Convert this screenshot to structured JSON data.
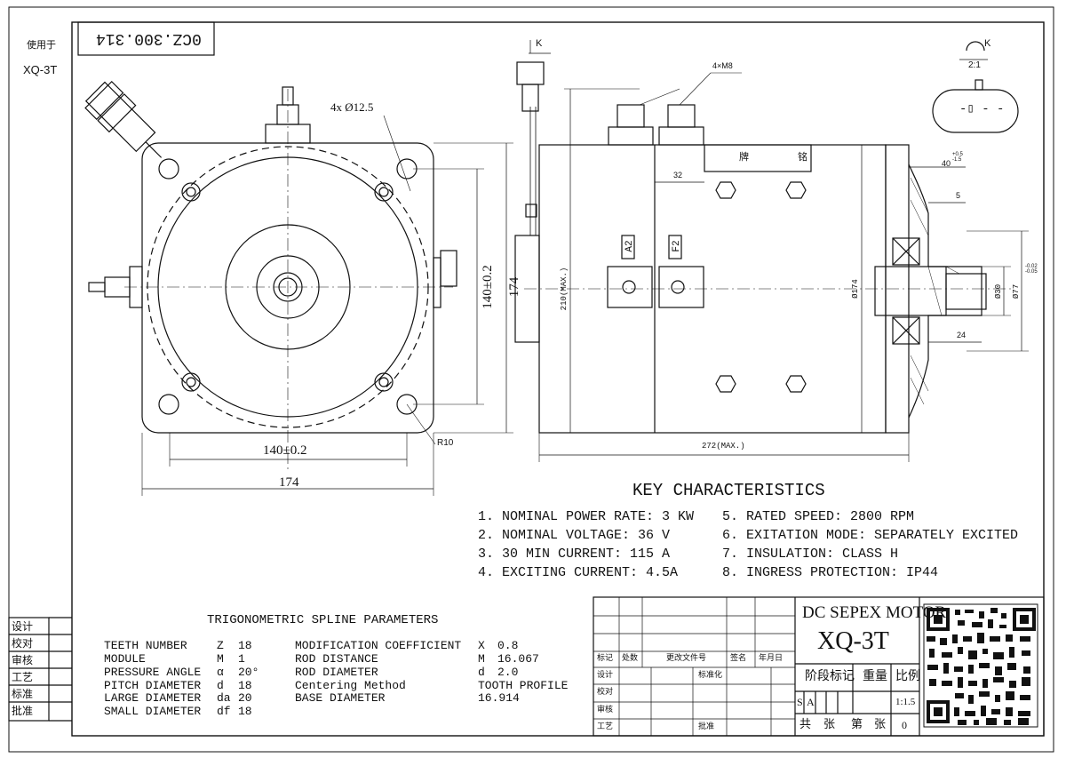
{
  "drawing_number": "0CZ.300.314",
  "used_for_label": "使用于",
  "used_for_model": "XQ-3T",
  "front_view": {
    "holes_label": "4x Ø12.5",
    "dim_width_inner": "140±0.2",
    "dim_width_outer": "174",
    "dim_height_inner": "140±0.2",
    "dim_height_outer": "174",
    "radius_label": "R10"
  },
  "side_view": {
    "connector_ref": "K",
    "thread_label": "4×M8",
    "term_a2": "A2",
    "term_f2": "F2",
    "plate_text": "牌 铭",
    "dim_32": "32",
    "dim_height": "210(MAX.)",
    "dim_length": "272(MAX.)",
    "dim_dia": "Ø174",
    "dim_40": "40",
    "dim_40_tol": "+0.5 -1.5",
    "dim_5": "5",
    "dim_24": "24",
    "dim_30": "Ø30",
    "dim_77": "Ø77",
    "dim_77_tol": "-0.02 -0.05"
  },
  "detail_k": {
    "label": "K",
    "scale": "2:1"
  },
  "key_characteristics": {
    "title": "KEY CHARACTERISTICS",
    "left": [
      "1. NOMINAL POWER RATE: 3 KW",
      "2. NOMINAL VOLTAGE: 36 V",
      "3. 30 MIN CURRENT: 115 A",
      "4. EXCITING CURRENT: 4.5A"
    ],
    "right": [
      "5. RATED SPEED: 2800 RPM",
      "6. EXITATION MODE: SEPARATELY EXCITED",
      "7. INSULATION: CLASS H",
      "8. INGRESS PROTECTION: IP44"
    ]
  },
  "spline": {
    "title": "TRIGONOMETRIC SPLINE PARAMETERS",
    "col1_names": [
      "TEETH NUMBER",
      "MODULE",
      "PRESSURE ANGLE",
      "PITCH DIAMETER",
      "LARGE DIAMETER",
      "SMALL DIAMETER"
    ],
    "col1_syms": [
      "Z",
      "M",
      "α",
      "d",
      "da",
      "df"
    ],
    "col1_vals": [
      "18",
      "1",
      "20°",
      "18",
      "20",
      "18"
    ],
    "col2_names": [
      "MODIFICATION COEFFICIENT",
      "ROD DISTANCE",
      "ROD DIAMETER",
      "Centering Method",
      "BASE DIAMETER"
    ],
    "col2_syms": [
      "X",
      "M",
      "d",
      "TOOTH PROFILE",
      "16.914"
    ],
    "col2_vals": [
      "0.8",
      "16.067",
      "2.0",
      "",
      ""
    ]
  },
  "side_labels": [
    "设计",
    "校对",
    "审核",
    "工艺",
    "标准",
    "批准"
  ],
  "title_block": {
    "name": "DC SEPEX MOTOR",
    "model": "XQ-3T",
    "hdr": [
      "标记",
      "处数",
      "更改文件号",
      "签名",
      "年月日"
    ],
    "rows": [
      "设计",
      "校对",
      "审核",
      "工艺"
    ],
    "std": "标准化",
    "approve": "批准",
    "stage_label": "阶段标记",
    "weight_label": "重量",
    "ratio_label": "比例",
    "stage_s": "S",
    "stage_a": "A",
    "ratio": "1:1.5",
    "total": "共",
    "sheets": "张",
    "sheet_no_label": "第",
    "sheet_no": "张",
    "sheet_val": "0"
  }
}
